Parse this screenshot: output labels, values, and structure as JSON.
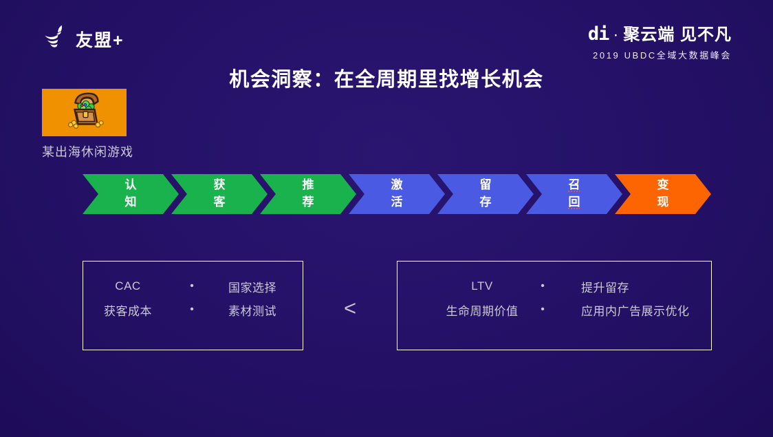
{
  "brand": {
    "logo_icon": "swallow-bird-icon",
    "logo_text": "友盟+"
  },
  "event": {
    "logo": "di",
    "separator": "·",
    "tagline": "聚云端 见不凡",
    "subtitle": "2019 UBDC全域大数据峰会"
  },
  "title": "机会洞察：在全周期里找增长机会",
  "case": {
    "icon": "treasure-chest-game-icon",
    "thumb_bg": "#ef9100",
    "caption": "某出海休闲游戏"
  },
  "funnel": {
    "stages": [
      {
        "label": "认知",
        "color": "#1ab24d"
      },
      {
        "label": "获客",
        "color": "#1ab24d"
      },
      {
        "label": "推荐",
        "color": "#1ab24d"
      },
      {
        "label": "激活",
        "color": "#4a5ae2"
      },
      {
        "label": "留存",
        "color": "#4a5ae2"
      },
      {
        "label": "召回",
        "color": "#4a5ae2"
      },
      {
        "label": "变现",
        "color": "#fd6502"
      }
    ]
  },
  "comparison": {
    "operator": "<",
    "left": {
      "rows": [
        [
          "CAC",
          "•",
          "国家选择"
        ],
        [
          "获客成本",
          "•",
          "素材测试"
        ]
      ]
    },
    "right": {
      "rows": [
        [
          "LTV",
          "•",
          "提升留存"
        ],
        [
          "生命周期价值",
          "•",
          "应用内广告展示优化"
        ]
      ]
    }
  }
}
